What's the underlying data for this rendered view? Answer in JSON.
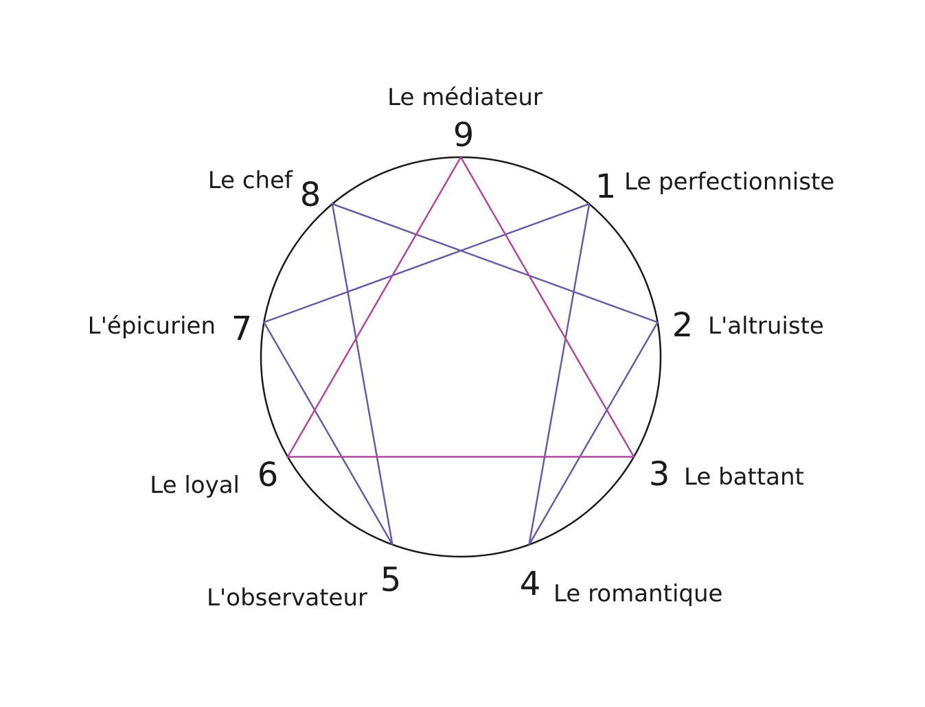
{
  "enneagram": {
    "points": [
      {
        "number": "1",
        "label": "Le perfectionniste"
      },
      {
        "number": "2",
        "label": "L'altruiste"
      },
      {
        "number": "3",
        "label": "Le battant"
      },
      {
        "number": "4",
        "label": "Le romantique"
      },
      {
        "number": "5",
        "label": "L'observateur"
      },
      {
        "number": "6",
        "label": "Le loyal"
      },
      {
        "number": "7",
        "label": "L'épicurien"
      },
      {
        "number": "8",
        "label": "Le chef"
      },
      {
        "number": "9",
        "label": "Le médiateur"
      }
    ],
    "triangle_path": [
      "9",
      "3",
      "6",
      "9"
    ],
    "hexad_path": [
      "1",
      "4",
      "2",
      "8",
      "5",
      "7",
      "1"
    ],
    "colors": {
      "circle": "#1a1a1a",
      "triangle": "#b0479e",
      "hexad": "#6a5aa6",
      "text": "#1a1a1a"
    }
  }
}
